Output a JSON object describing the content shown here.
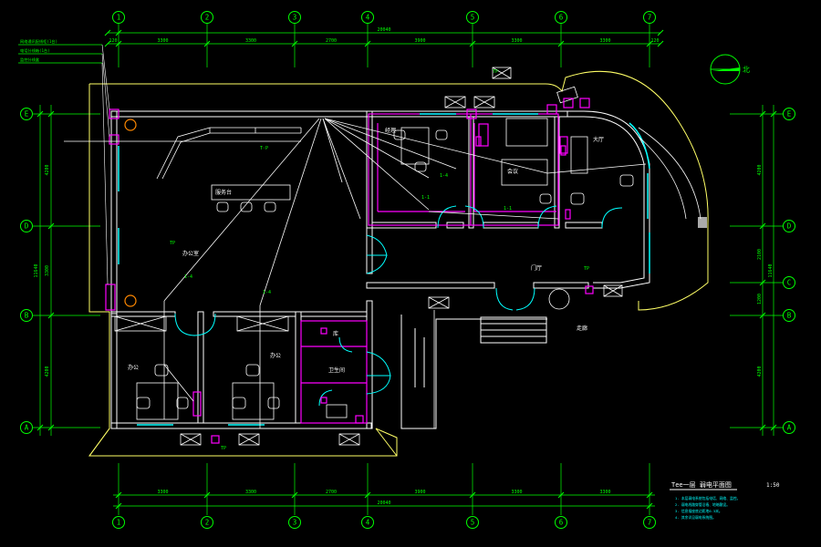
{
  "colors": {
    "background": "#000000",
    "grid_axis": "#00ff00",
    "dimension": "#00ff00",
    "wall_outline": "#ffffff",
    "roof_outline": "#ffff66",
    "magenta": "#ff00ff",
    "cyan": "#00ffff",
    "text": "#ffffff",
    "notes": "#00ffff"
  },
  "axes_top": [
    "1",
    "2",
    "3",
    "4",
    "5",
    "6",
    "7"
  ],
  "axes_bottom": [
    "1",
    "2",
    "3",
    "4",
    "5",
    "6",
    "7"
  ],
  "axes_left": [
    "E",
    "D",
    "B",
    "A"
  ],
  "axes_right": [
    "E",
    "D",
    "C",
    "B",
    "A"
  ],
  "dims_top": [
    "120",
    "3300",
    "3300",
    "2700",
    "3900",
    "3300",
    "3300",
    "120"
  ],
  "dims_bottom": [
    "3300",
    "3300",
    "2700",
    "3900",
    "3300",
    "3300"
  ],
  "dim_total": "20040",
  "dims_left": [
    "4200",
    "3300",
    "4200"
  ],
  "dims_right": [
    "4200",
    "2100",
    "1200",
    "4200"
  ],
  "dim_total_v": "11640",
  "north_label": "北",
  "rooms": {
    "big_room": "办公室",
    "desk_label": "服务台",
    "room_a": "办公",
    "room_b": "办公",
    "room_c": "经理",
    "room_d": "会议",
    "toilet": "卫生间",
    "hall": "门厅",
    "corridor": "走廊",
    "lobby": "大厅",
    "storage": "库"
  },
  "drawing_title": "Tee一层 弱电平面图",
  "drawing_scale": "1:50",
  "legend_lines": [
    "网络通讯配线柜(1台)",
    "电话分线箱(1台)",
    "监控分线盒"
  ],
  "notes": [
    "1. 本层弱电系统包括电话、网络、监控。",
    "2. 弱电线路穿管沿墙、地暗敷设。",
    "3. 信息插座底边距地0.3米。",
    "4. 其余详见弱电系统图。"
  ]
}
